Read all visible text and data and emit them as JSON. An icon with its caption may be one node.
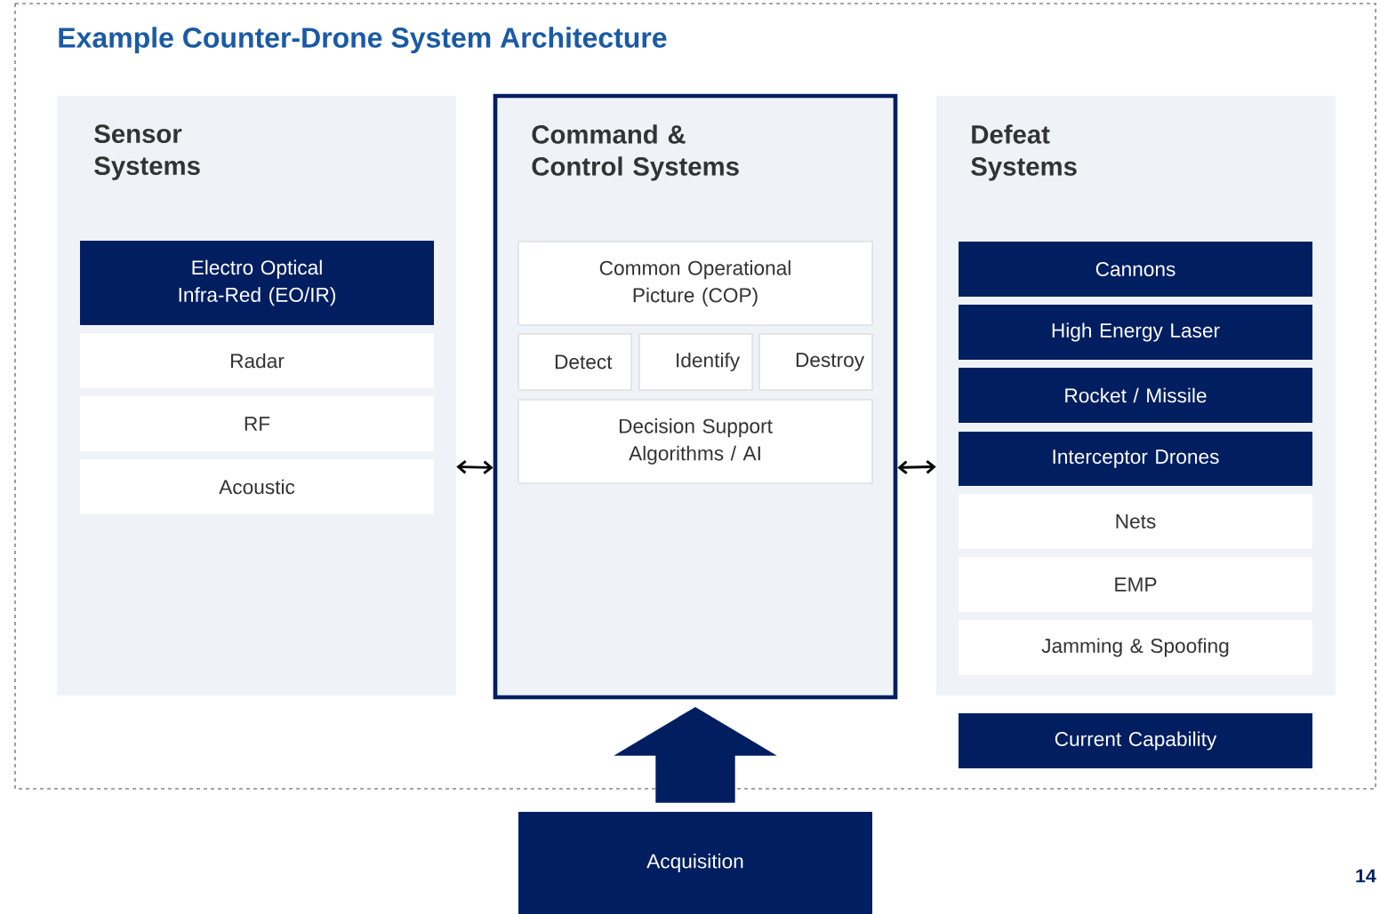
{
  "diagram": {
    "title": "Example Counter-Drone System Architecture",
    "nodes": [
      {
        "text": [
          "Sensor Systems"
        ]
      },
      {
        "text": [
          "Electro Optical Infra-Red (EO/IR)"
        ],
        "in": 0
      },
      {
        "text": [
          "Radar"
        ],
        "in": 0
      },
      {
        "text": [
          "RF"
        ],
        "in": 0
      },
      {
        "text": [
          "Acoustic"
        ],
        "in": 0
      },
      {
        "text": [
          "Command & Control Systems"
        ]
      },
      {
        "text": [
          "Common Operational Picture (COP)"
        ],
        "in": 5
      },
      {
        "text": [
          "Detect"
        ],
        "in": 5
      },
      {
        "text": [
          "Identify"
        ],
        "in": 5
      },
      {
        "text": [
          "Destroy"
        ],
        "in": 5
      },
      {
        "text": [
          "Decision Support Algorithms / AI"
        ],
        "in": 5
      },
      {
        "text": [
          "Defeat Systems"
        ]
      },
      {
        "text": [
          "Cannons"
        ],
        "in": 11
      },
      {
        "text": [
          "High Energy Laser"
        ],
        "in": 11
      },
      {
        "text": [
          "Rocket / Missile"
        ],
        "in": 11
      },
      {
        "text": [
          "Interceptor Drones"
        ],
        "in": 11
      },
      {
        "text": [
          "Nets"
        ],
        "in": 11
      },
      {
        "text": [
          "EMP"
        ],
        "in": 11
      },
      {
        "text": [
          "Jamming & Spoofing"
        ],
        "in": 11
      },
      {
        "text": [
          "Current Capability"
        ]
      },
      {
        "text": [
          "Acquisition"
        ]
      }
    ],
    "edges": [
      {
        "from": 0,
        "to": 5,
        "arrow": "both"
      },
      {
        "from": 5,
        "to": 11,
        "arrow": "both"
      },
      {
        "from": 20,
        "to": 5,
        "arrow": "to",
        "style": "thick",
        "color": "#001e60"
      }
    ],
    "labels": [
      "14"
    ]
  }
}
